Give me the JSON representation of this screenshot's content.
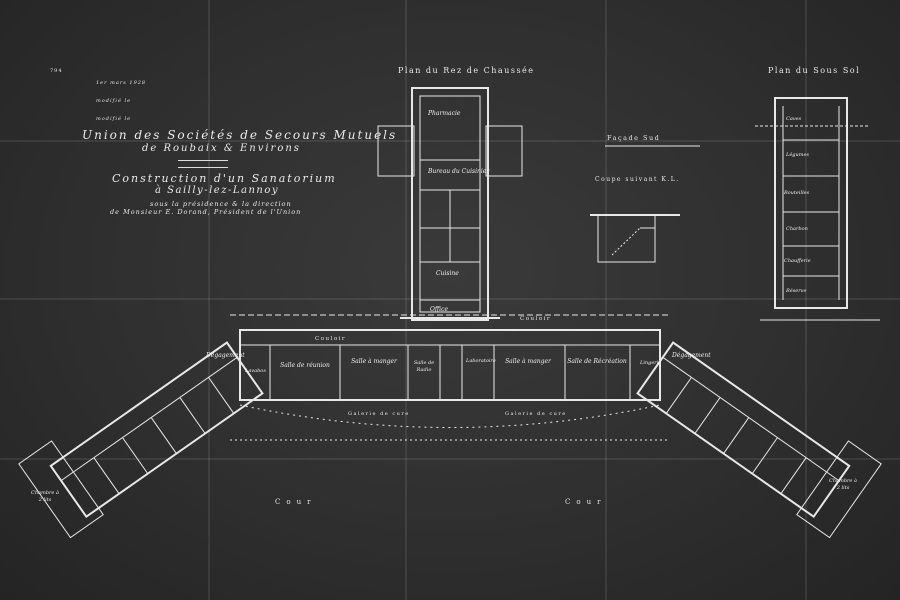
{
  "sheet": {
    "stamp_number": "794",
    "dates": [
      "1er mars 1928",
      "modifié le",
      "modifié le"
    ],
    "organization": "Union des Sociétés de Secours Mutuels",
    "organization_line2": "de Roubaix & Environs",
    "project": "Construction d'un Sanatorium",
    "project_line2": "à Sailly-lez-Lannoy",
    "presidency": "sous la présidence & la direction",
    "presidency_line2": "de Monsieur E. Dorand, Président de l'Union"
  },
  "views": {
    "ground_floor": "Plan du Rez de Chaussée",
    "basement": "Plan du Sous Sol",
    "section": "Coupe suivant K.L.",
    "facade": "Façade Sud",
    "court_left": "Cour",
    "court_right": "Cour",
    "gallery_left": "Galerie de cure",
    "gallery_right": "Galerie de cure",
    "corridor": "Couloir",
    "corridor_top": "Couloir"
  },
  "rooms": {
    "pantry": "Office",
    "kitchen": "Cuisine",
    "chef": "Bureau du Cuisinier",
    "dining_left": "Salle à manger",
    "dining_right": "Salle à manger",
    "recreation": "Salle de Récréation",
    "reunion": "Salle de réunion",
    "disengagement_left": "Dégagement",
    "disengagement_right": "Dégagement",
    "linen": "Lingerie",
    "wc": "Lavabos",
    "bedroom": "Chambre à 2 lits",
    "bedroom2": "Chambre à 2 lits",
    "radiography": "Salle de Radio",
    "laboratory": "Laboratoire",
    "pharmacy": "Pharmacie",
    "cellar1": "Caves",
    "cellar2": "Légumes",
    "cellar3": "Bouteilles",
    "cellar4": "Charbon",
    "boiler": "Chaufferie",
    "storage": "Réserve"
  },
  "colors": {
    "paper": "#2f2f2f",
    "ink": "#e6e6e6"
  }
}
